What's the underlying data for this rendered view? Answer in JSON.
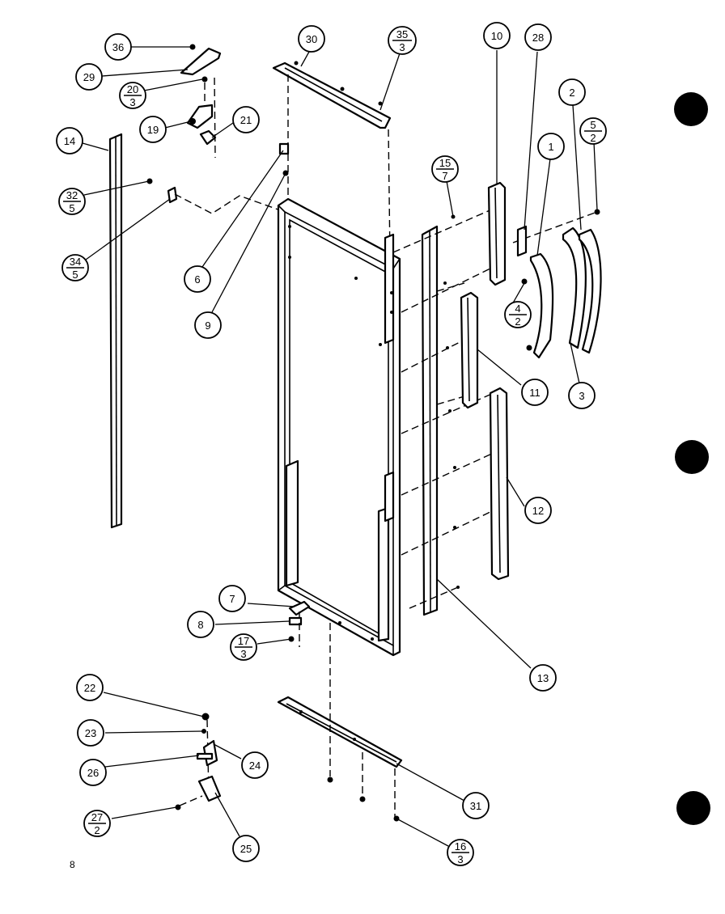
{
  "callouts": [
    {
      "id": "c36",
      "label": "36"
    },
    {
      "id": "c30",
      "label": "30"
    },
    {
      "id": "c35",
      "num": "35",
      "den": "3"
    },
    {
      "id": "c10",
      "label": "10"
    },
    {
      "id": "c28",
      "label": "28"
    },
    {
      "id": "c29",
      "label": "29"
    },
    {
      "id": "c20",
      "num": "20",
      "den": "3"
    },
    {
      "id": "c2",
      "label": "2"
    },
    {
      "id": "c19",
      "label": "19"
    },
    {
      "id": "c21",
      "label": "21"
    },
    {
      "id": "c5",
      "num": "5",
      "den": "2"
    },
    {
      "id": "c14",
      "label": "14"
    },
    {
      "id": "c1",
      "label": "1"
    },
    {
      "id": "c15",
      "num": "15",
      "den": "7"
    },
    {
      "id": "c32",
      "num": "32",
      "den": "5"
    },
    {
      "id": "c34",
      "num": "34",
      "den": "5"
    },
    {
      "id": "c6",
      "label": "6"
    },
    {
      "id": "c4",
      "num": "4",
      "den": "2"
    },
    {
      "id": "c9",
      "label": "9"
    },
    {
      "id": "c11",
      "label": "11"
    },
    {
      "id": "c3",
      "label": "3"
    },
    {
      "id": "c12",
      "label": "12"
    },
    {
      "id": "c7",
      "label": "7"
    },
    {
      "id": "c8",
      "label": "8"
    },
    {
      "id": "c17",
      "num": "17",
      "den": "3"
    },
    {
      "id": "c13",
      "label": "13"
    },
    {
      "id": "c22",
      "label": "22"
    },
    {
      "id": "c23",
      "label": "23"
    },
    {
      "id": "c24",
      "label": "24"
    },
    {
      "id": "c26",
      "label": "26"
    },
    {
      "id": "c31",
      "label": "31"
    },
    {
      "id": "c27",
      "num": "27",
      "den": "2"
    },
    {
      "id": "c25",
      "label": "25"
    },
    {
      "id": "c16",
      "num": "16",
      "den": "3"
    }
  ],
  "page_number": "8"
}
